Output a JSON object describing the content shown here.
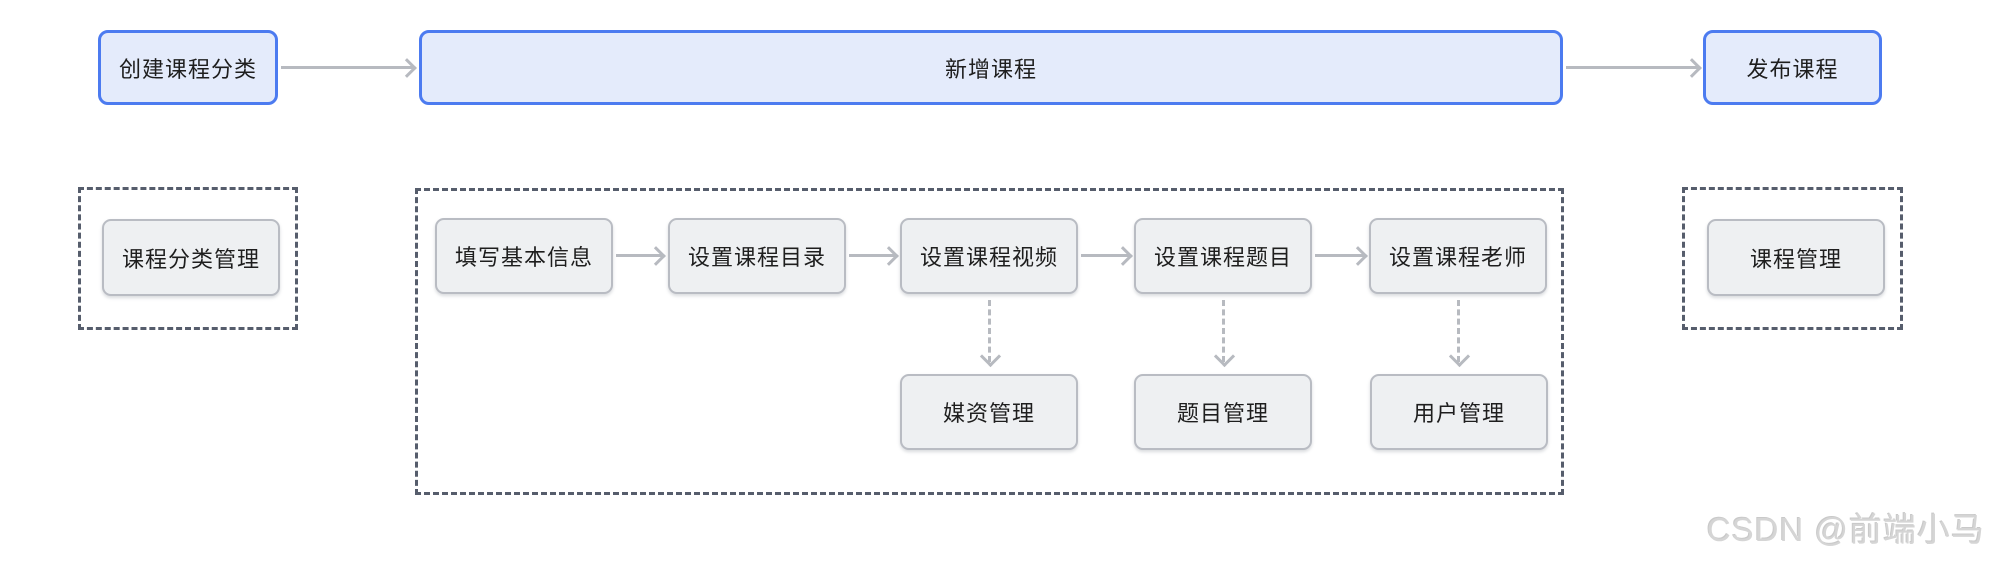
{
  "colors": {
    "blue_node_border": "#4c7bf0",
    "blue_node_fill": "#e4ebfb",
    "gray_node_border": "#b9bcc3",
    "gray_node_fill": "#eef0f2",
    "dashed_group_border": "#565d6c",
    "arrow": "#b7bac0",
    "text": "#1e1e1e",
    "watermark": "#d5d5d5"
  },
  "top_flow": {
    "create_category": "创建课程分类",
    "add_course": "新增课程",
    "publish_course": "发布课程"
  },
  "category_management_group": {
    "item": "课程分类管理"
  },
  "add_course_group": {
    "steps": [
      "填写基本信息",
      "设置课程目录",
      "设置课程视频",
      "设置课程题目",
      "设置课程老师"
    ],
    "modules": [
      "媒资管理",
      "题目管理",
      "用户管理"
    ]
  },
  "course_management_group": {
    "item": "课程管理"
  },
  "watermark": "CSDN @前端小马"
}
